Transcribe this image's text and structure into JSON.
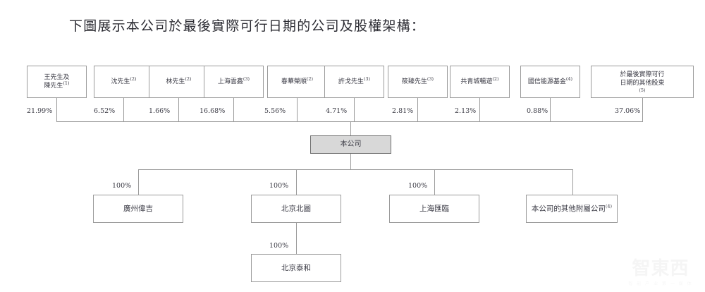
{
  "title": "下圖展示本公司於最後實際可行日期的公司及股權架構：",
  "watermark": {
    "text": "智東西",
    "sub": "智 能 产 业 第 一 媒 体"
  },
  "colors": {
    "box_border": "#9a9a9a",
    "company_fill": "#d8d8d8",
    "company_border": "#6f6f6f",
    "text": "#3a3a44",
    "title_text": "#2c2c33",
    "page_bg": "#ffffff"
  },
  "chart_data": {
    "type": "diagram",
    "diagram_kind": "shareholding-structure-org-chart",
    "shareholders": [
      {
        "name": "王先生及陳先生",
        "note": "(1)",
        "percent": "21.99%"
      },
      {
        "name": "沈先生",
        "note": "(2)",
        "percent": "6.52%"
      },
      {
        "name": "林先生",
        "note": "(2)",
        "percent": "1.66%"
      },
      {
        "name": "上海雲鑫",
        "note": "(3)",
        "percent": "16.68%"
      },
      {
        "name": "春華榮順",
        "note": "(2)",
        "percent": "5.56%"
      },
      {
        "name": "許戈先生",
        "note": "(3)",
        "percent": "4.71%"
      },
      {
        "name": "筱臻先生",
        "note": "(3)",
        "percent": "2.81%"
      },
      {
        "name": "共青城暢遊",
        "note": "(2)",
        "percent": "2.13%"
      },
      {
        "name": "國信能源基金",
        "note": "(4)",
        "percent": "0.88%"
      },
      {
        "name": "於最後實際可行日期的其他股東",
        "note": "(5)",
        "percent": "37.06%"
      }
    ],
    "company": {
      "name": "本公司"
    },
    "subsidiaries": [
      {
        "name": "廣州偉吉",
        "note": "",
        "percent": "100%"
      },
      {
        "name": "北京北圖",
        "note": "",
        "percent": "100%"
      },
      {
        "name": "上海匯臨",
        "note": "",
        "percent": "100%"
      },
      {
        "name": "本公司的其他附屬公司",
        "note": "(4)",
        "percent": ""
      }
    ],
    "second_level": [
      {
        "parent": "北京北圖",
        "name": "北京泰和",
        "percent": "100%"
      }
    ]
  },
  "nodes": {
    "sh0_name": "王先生及",
    "sh0_name2": "陳先生",
    "sh0_note": "(1)",
    "sh0_pct": "21.99%",
    "sh1_name": "沈先生",
    "sh1_note": "(2)",
    "sh1_pct": "6.52%",
    "sh2_name": "林先生",
    "sh2_note": "(2)",
    "sh2_pct": "1.66%",
    "sh3_name": "上海雲鑫",
    "sh3_note": "(3)",
    "sh3_pct": "16.68%",
    "sh4_name": "春華榮順",
    "sh4_note": "(2)",
    "sh4_pct": "5.56%",
    "sh5_name": "許戈先生",
    "sh5_note": "(3)",
    "sh5_pct": "4.71%",
    "sh6_name": "筱臻先生",
    "sh6_note": "(3)",
    "sh6_pct": "2.81%",
    "sh7_name": "共青城暢遊",
    "sh7_note": "(2)",
    "sh7_pct": "2.13%",
    "sh8_name": "國信能源基金",
    "sh8_note": "(4)",
    "sh8_pct": "0.88%",
    "sh9_name": "於最後實際可行",
    "sh9_name2": "日期的其他股東",
    "sh9_note": "(5)",
    "sh9_pct": "37.06%",
    "company_name": "本公司",
    "sub0_name": "廣州偉吉",
    "sub0_pct": "100%",
    "sub1_name": "北京北圖",
    "sub1_pct": "100%",
    "sub2_name": "上海匯臨",
    "sub2_pct": "100%",
    "sub3_name": "本公司的其他附屬公司",
    "sub3_note": "(4)",
    "lvl2_name": "北京泰和",
    "lvl2_pct": "100%"
  }
}
